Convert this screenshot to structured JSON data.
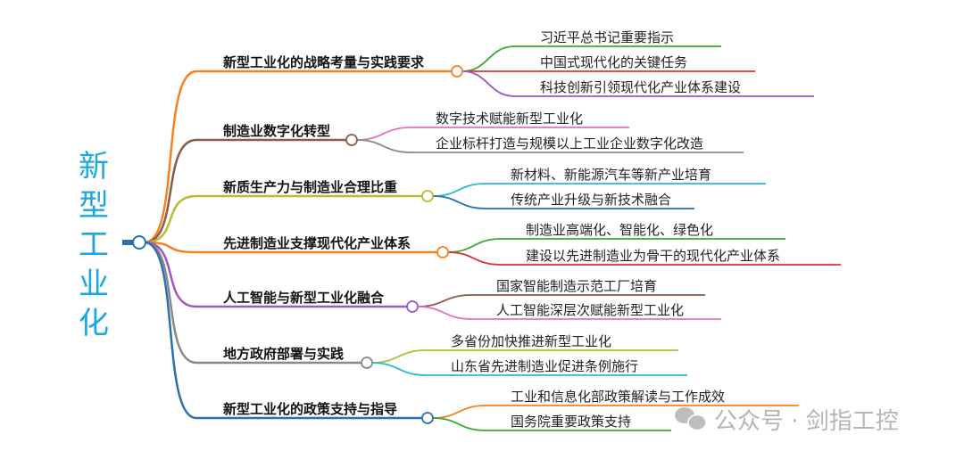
{
  "root": {
    "title": [
      "新",
      "型",
      "工",
      "业",
      "化"
    ],
    "color": "#1aa8e0"
  },
  "branches": [
    {
      "label": "新型工业化的战略考量与实践要求",
      "color": "#f58220",
      "children": [
        {
          "label": "习近平总书记重要指示",
          "color": "#3aaa35"
        },
        {
          "label": "中国式现代化的关键任务",
          "color": "#e03030"
        },
        {
          "label": "科技创新引领现代化产业体系建设",
          "color": "#9b59c0"
        }
      ]
    },
    {
      "label": "制造业数字化转型",
      "color": "#8b5a4a",
      "children": [
        {
          "label": "数字技术赋能新型工业化",
          "color": "#e870c0"
        },
        {
          "label": "企业标杆打造与规模以上工业企业数字化改造",
          "color": "#888888"
        }
      ]
    },
    {
      "label": "新质生产力与制造业合理比重",
      "color": "#bbbb33",
      "children": [
        {
          "label": "新材料、新能源汽车等新产业培育",
          "color": "#22bcd4"
        },
        {
          "label": "传统产业升级与新技术融合",
          "color": "#2a6fb0"
        }
      ]
    },
    {
      "label": "先进制造业支撑现代化产业体系",
      "color": "#f58220",
      "children": [
        {
          "label": "制造业高端化、智能化、绿色化",
          "color": "#3aaa35"
        },
        {
          "label": "建设以先进制造业为骨干的现代化产业体系",
          "color": "#e03030"
        }
      ]
    },
    {
      "label": "人工智能与新型工业化融合",
      "color": "#9b59c0",
      "children": [
        {
          "label": "国家智能制造示范工厂培育",
          "color": "#8b5a4a"
        },
        {
          "label": "人工智能深层次赋能新型工业化",
          "color": "#e870c0"
        }
      ]
    },
    {
      "label": "地方政府部署与实践",
      "color": "#888888",
      "children": [
        {
          "label": "多省份加快推进新型工业化",
          "color": "#bbbb33"
        },
        {
          "label": "山东省先进制造业促进条例施行",
          "color": "#22bcd4"
        }
      ]
    },
    {
      "label": "新型工业化的政策支持与指导",
      "color": "#2a6fb0",
      "children": [
        {
          "label": "工业和信息化部政策解读与工作成效",
          "color": "#f58220"
        },
        {
          "label": "国务院重要政策支持",
          "color": "#3aaa35"
        }
      ]
    }
  ],
  "watermark": {
    "text": "公众号 · 剑指工控",
    "icon": "wechat-icon"
  }
}
